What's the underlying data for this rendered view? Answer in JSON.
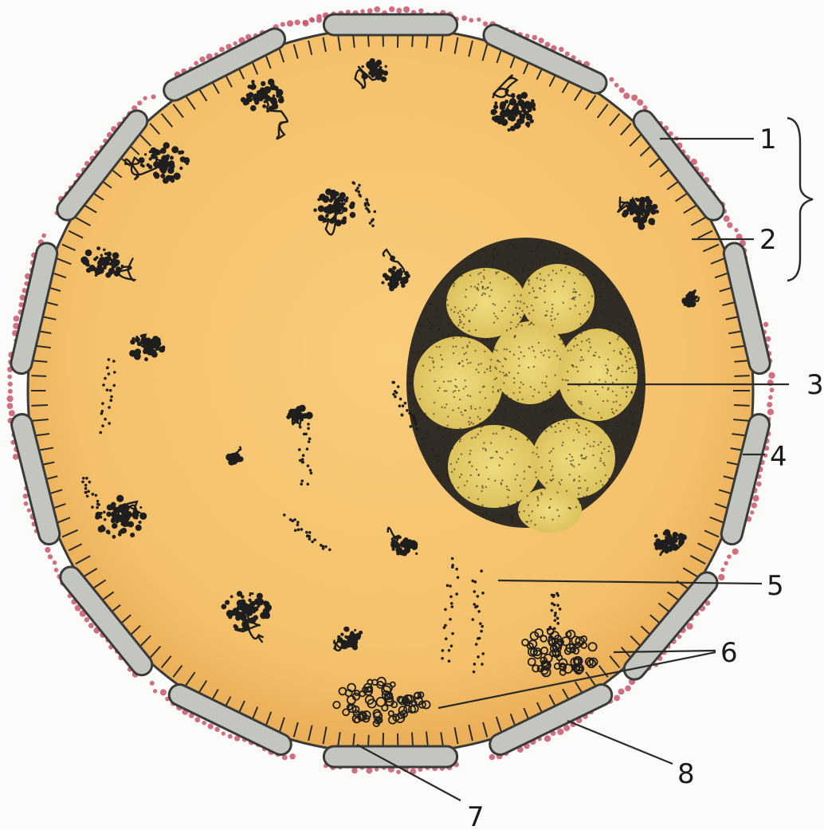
{
  "colors": {
    "cytoplasm": "#f6c46e",
    "cytoplasm_edge": "#e2a34f",
    "membrane": "#3a3a3a",
    "plate_fill": "#c3c6bf",
    "plate_edge": "#3a3a3a",
    "outer_fringe": "#c9566c",
    "microvilli": "#2b2b2b",
    "nucleus_fill": "#e7cf6a",
    "nucleus_ink": "#1c1c1c",
    "inclusion_ink": "#1e1e1e",
    "background": "#fbfbf9"
  },
  "callouts": [
    {
      "id": "1",
      "text": "1"
    },
    {
      "id": "2",
      "text": "2"
    },
    {
      "id": "3",
      "text": "3"
    },
    {
      "id": "4",
      "text": "4"
    },
    {
      "id": "5",
      "text": "5"
    },
    {
      "id": "6",
      "text": "6"
    },
    {
      "id": "7",
      "text": "7"
    },
    {
      "id": "8",
      "text": "8"
    }
  ],
  "bracket": {
    "groups": [
      "1",
      "2"
    ]
  }
}
